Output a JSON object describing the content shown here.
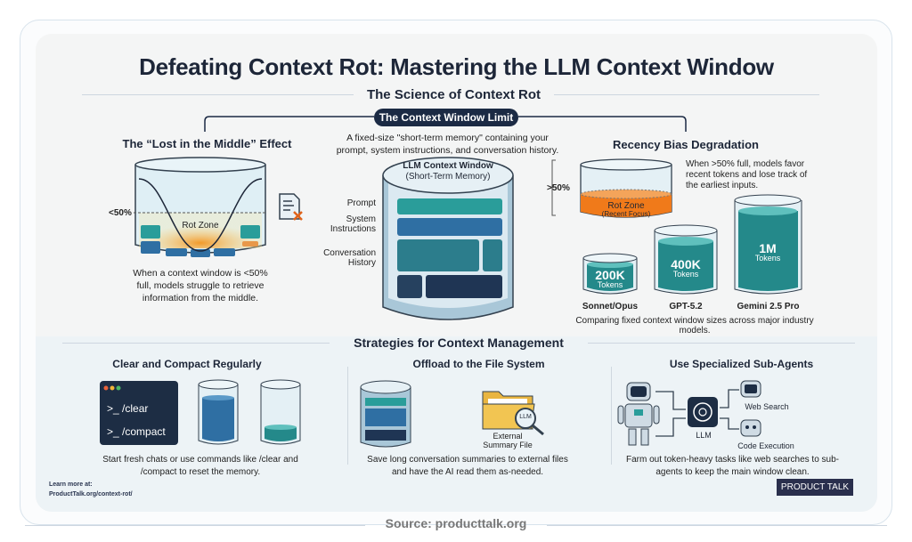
{
  "title": "Defeating Context Rot: Mastering the LLM Context Window",
  "science": {
    "heading": "The Science of Context Rot",
    "pill": "The Context Window Limit",
    "pill_desc": "A fixed-size \"short-term memory\" containing your prompt, system instructions, and conversation history.",
    "lost": {
      "heading": "The “Lost in the Middle” Effect",
      "marker": "<50%",
      "zone": "Rot Zone",
      "desc": "When a context window is <50% full, models struggle to retrieve information from the middle."
    },
    "window": {
      "title": "LLM Context Window",
      "subtitle": "(Short-Term Memory)",
      "labels": [
        "Prompt",
        "System Instructions",
        "Conversation History"
      ]
    },
    "recency": {
      "heading": "Recency Bias Degradation",
      "marker": ">50%",
      "zone": "Rot Zone",
      "zone_sub": "(Recent Focus)",
      "desc": "When >50% full, models favor recent tokens and lose track of the earliest inputs."
    },
    "models": [
      {
        "size": "200K",
        "unit": "Tokens",
        "name": "Sonnet/Opus"
      },
      {
        "size": "400K",
        "unit": "Tokens",
        "name": "GPT-5.2"
      },
      {
        "size": "1M",
        "unit": "Tokens",
        "name": "Gemini 2.5 Pro"
      }
    ],
    "models_caption": "Comparing fixed context window sizes across major industry models."
  },
  "strategies": {
    "heading": "Strategies for Context Management",
    "items": [
      {
        "heading": "Clear and Compact Regularly",
        "cmds": [
          ">_ /clear",
          ">_ /compact"
        ],
        "desc": "Start fresh chats or use commands like /clear and /compact to reset the memory."
      },
      {
        "heading": "Offload to the File System",
        "file_label": "External Summary File",
        "lens": "LLM",
        "desc": "Save long conversation summaries to external files and have the AI read them as-needed."
      },
      {
        "heading": "Use Specialized Sub-Agents",
        "llm": "LLM",
        "agents": [
          "Web Search",
          "Code Execution"
        ],
        "desc": "Farm out token-heavy tasks like web searches to sub-agents to keep the main window clean."
      }
    ]
  },
  "footer": {
    "learn": "Learn more at:",
    "url": "ProductTalk.org/context-rot/",
    "brand": "PRODUCT TALK",
    "source": "Source: producttalk.org"
  },
  "colors": {
    "navy": "#1b2a44",
    "teal": "#2a9d9a",
    "blue": "#2f6fa3",
    "orange": "#f07a1a"
  }
}
